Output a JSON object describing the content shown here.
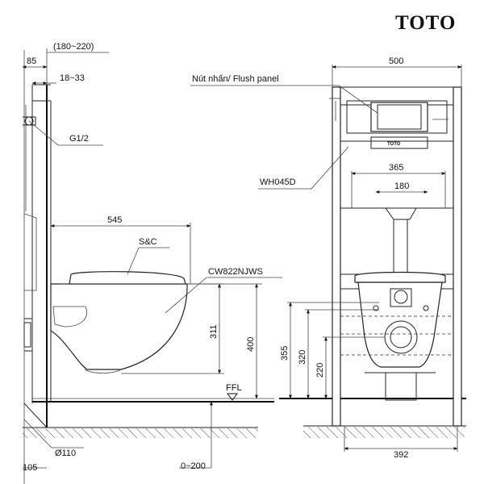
{
  "brand": "TOTO",
  "labels": {
    "flush_panel": "Nút nhấn/ Flush panel",
    "frame_model": "WH045D",
    "seat_cover": "S&C",
    "bowl_model": "CW822NJWS",
    "pipe_size": "G1/2",
    "floor_level": "FFL",
    "drain_diameter": "Ø110",
    "panel_logo": "TOTO"
  },
  "dimensions": {
    "wall_range": "(180~220)",
    "depth_85": "85",
    "range_18_33": "18~33",
    "bowl_length": "545",
    "seat_height": "400",
    "rim_height": "311",
    "floor_gap": "0~200",
    "drain_offset": "105",
    "frame_width": "500",
    "bracket_width": "365",
    "pipe_width": "180",
    "leg_width": "392",
    "height_355": "355",
    "height_320": "320",
    "height_220": "220"
  }
}
